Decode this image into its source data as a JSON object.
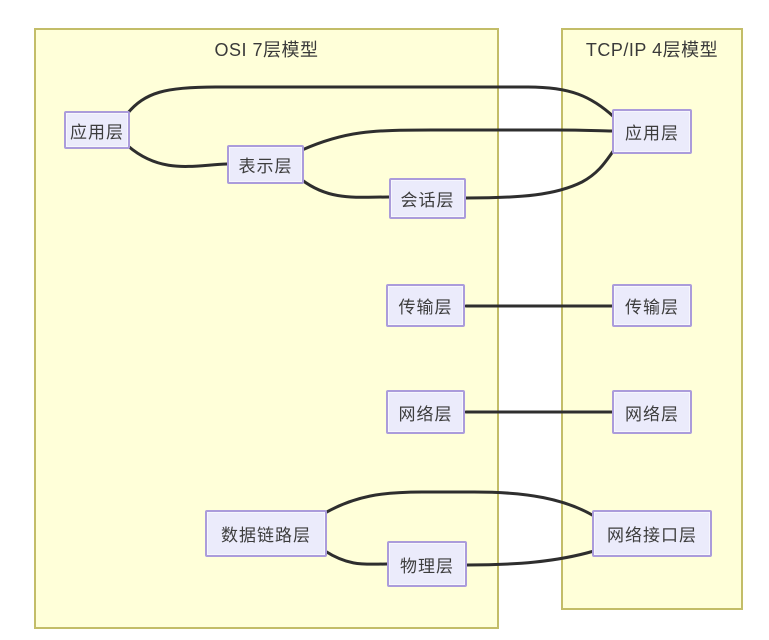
{
  "colors": {
    "container-fill": "#ffffd9",
    "container-border": "#c3bd68",
    "node-fill": "#ebebfb",
    "node-border": "#ab9cdb",
    "node-text": "#3d3d3d",
    "title-text": "#3a3a3a",
    "connector": "#2e2e2e",
    "page-bg": "#ffffff"
  },
  "containers": [
    {
      "id": "osi",
      "title": "OSI 7层模型"
    },
    {
      "id": "tcpip",
      "title": "TCP/IP 4层模型"
    }
  ],
  "nodes": [
    {
      "id": "osi-application",
      "label": "应用层",
      "container": "osi"
    },
    {
      "id": "osi-presentation",
      "label": "表示层",
      "container": "osi"
    },
    {
      "id": "osi-session",
      "label": "会话层",
      "container": "osi"
    },
    {
      "id": "osi-transport",
      "label": "传输层",
      "container": "osi"
    },
    {
      "id": "osi-network",
      "label": "网络层",
      "container": "osi"
    },
    {
      "id": "osi-datalink",
      "label": "数据链路层",
      "container": "osi"
    },
    {
      "id": "osi-physical",
      "label": "物理层",
      "container": "osi"
    },
    {
      "id": "tcpip-application",
      "label": "应用层",
      "container": "tcpip"
    },
    {
      "id": "tcpip-transport",
      "label": "传输层",
      "container": "tcpip"
    },
    {
      "id": "tcpip-network",
      "label": "网络层",
      "container": "tcpip"
    },
    {
      "id": "tcpip-interface",
      "label": "网络接口层",
      "container": "tcpip"
    }
  ],
  "connections": [
    {
      "from": "osi-application",
      "to": "tcpip-application"
    },
    {
      "from": "osi-application",
      "to": "osi-presentation"
    },
    {
      "from": "osi-presentation",
      "to": "tcpip-application"
    },
    {
      "from": "osi-presentation",
      "to": "osi-session"
    },
    {
      "from": "osi-session",
      "to": "tcpip-application"
    },
    {
      "from": "osi-transport",
      "to": "tcpip-transport"
    },
    {
      "from": "osi-network",
      "to": "tcpip-network"
    },
    {
      "from": "osi-datalink",
      "to": "tcpip-interface"
    },
    {
      "from": "osi-datalink",
      "to": "osi-physical"
    },
    {
      "from": "osi-physical",
      "to": "tcpip-interface"
    }
  ]
}
